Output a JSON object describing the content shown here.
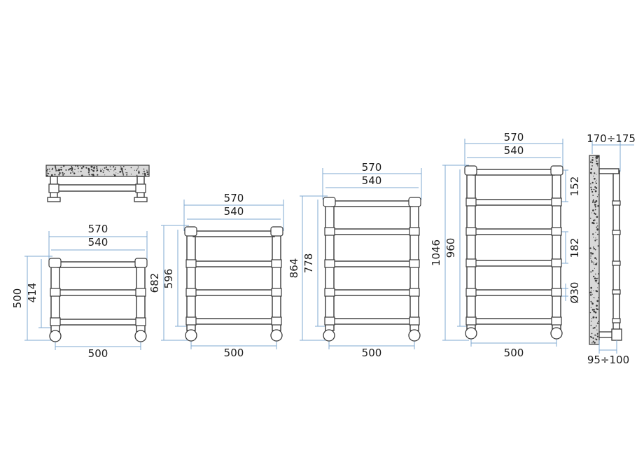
{
  "diagram": {
    "top_view": {
      "label": "top-view"
    },
    "models": [
      {
        "id": "model-500",
        "overall_width": "570",
        "inner_width": "540",
        "axis_width": "500",
        "overall_height": "500",
        "inner_height": "414",
        "rails": 3
      },
      {
        "id": "model-682",
        "overall_width": "570",
        "inner_width": "540",
        "axis_width": "500",
        "overall_height": "682",
        "inner_height": "596",
        "rails": 4
      },
      {
        "id": "model-864",
        "overall_width": "570",
        "inner_width": "540",
        "axis_width": "500",
        "overall_height": "864",
        "inner_height": "778",
        "rails": 5
      },
      {
        "id": "model-1046",
        "overall_width": "570",
        "inner_width": "540",
        "axis_width": "500",
        "overall_height": "1046",
        "inner_height": "960",
        "rails": 6,
        "spacing_top": "152",
        "spacing_mid": "182",
        "tube_diameter": "Ø30"
      }
    ],
    "side_view": {
      "wall_distance": "170÷175",
      "valve_distance": "95÷100"
    }
  },
  "colors": {
    "dimension": "#7fa9d0",
    "outline": "#3a3a3a",
    "text": "#1d1d1d"
  }
}
